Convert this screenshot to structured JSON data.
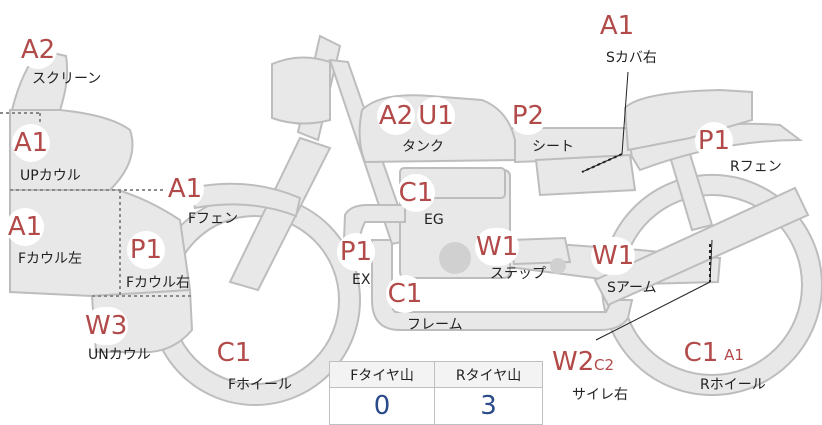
{
  "parts": {
    "screen": {
      "label": "スクリーン",
      "badges": [
        "A2"
      ]
    },
    "up_cowl": {
      "label": "UPカウル",
      "badges": [
        "A1"
      ]
    },
    "f_cowl_l": {
      "label": "Fカウル左",
      "badges": [
        "A1"
      ]
    },
    "f_fender": {
      "label": "Fフェン",
      "badges": [
        "A1"
      ]
    },
    "f_cowl_r": {
      "label": "Fカウル右",
      "badges": [
        "P1"
      ]
    },
    "un_cowl": {
      "label": "UNカウル",
      "badges": [
        "W3"
      ]
    },
    "f_wheel": {
      "label": "Fホイール",
      "badges": [
        "C1"
      ]
    },
    "tank": {
      "label": "タンク",
      "badges": [
        "A2",
        "U1"
      ]
    },
    "seat": {
      "label": "シート",
      "badges": [
        "P2"
      ]
    },
    "s_cover_r": {
      "label": "Sカバ右",
      "badges": [
        "A1"
      ]
    },
    "r_fender": {
      "label": "Rフェン",
      "badges": [
        "P1"
      ]
    },
    "engine": {
      "label": "EG",
      "badges": [
        "C1"
      ]
    },
    "exhaust": {
      "label": "EX",
      "badges": [
        "P1"
      ]
    },
    "step": {
      "label": "ステップ",
      "badges": [
        "W1"
      ]
    },
    "s_arm": {
      "label": "Sアーム",
      "badges": [
        "W1"
      ]
    },
    "frame": {
      "label": "フレーム",
      "badges": [
        "C1"
      ]
    },
    "silencer_r": {
      "label": "サイレ右",
      "badges": [
        "W2",
        "C2"
      ]
    },
    "r_wheel": {
      "label": "Rホイール",
      "badges": [
        "C1",
        "A1"
      ]
    }
  },
  "tyre_table": {
    "headers": [
      "Fタイヤ山",
      "Rタイヤ山"
    ],
    "values": [
      "0",
      "3"
    ]
  },
  "colors": {
    "part_fill": "#e8e8e8",
    "part_stroke": "#bdbdbd",
    "badge_text": "#b24a4a",
    "value_text": "#2a4a8a"
  }
}
